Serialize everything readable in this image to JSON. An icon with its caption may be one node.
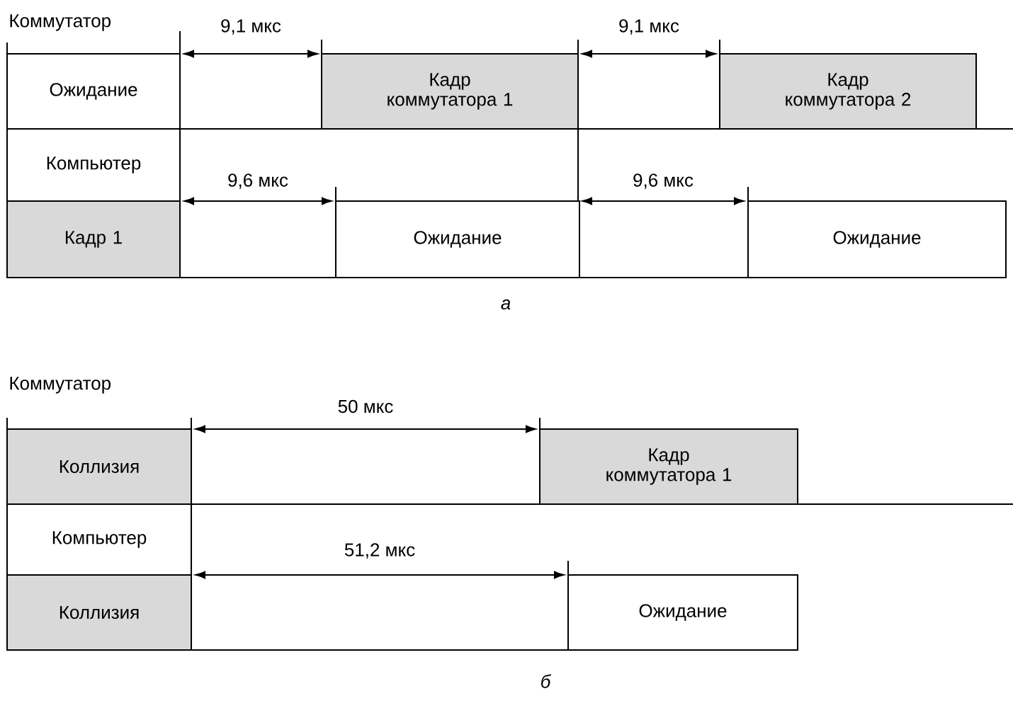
{
  "diagram": {
    "nodes": [
      {
        "text": [
          "Ожидание"
        ]
      },
      {
        "text": [
          "Кадр коммутатора 1"
        ]
      },
      {
        "text": [
          "Кадр коммутатора 2"
        ]
      },
      {
        "text": [
          "Компьютер"
        ]
      },
      {
        "text": [
          "Кадр 1"
        ]
      },
      {
        "text": [
          "Ожидание"
        ]
      },
      {
        "text": [
          "Ожидание"
        ]
      },
      {
        "text": [
          "Коллизия"
        ]
      },
      {
        "text": [
          "Кадр коммутатора 1"
        ]
      },
      {
        "text": [
          "Компьютер"
        ]
      },
      {
        "text": [
          "Коллизия"
        ]
      },
      {
        "text": [
          "Ожидание"
        ]
      }
    ],
    "labels": [
      "Коммутатор",
      "9,1 мкс",
      "9,1 мкс",
      "9,6 мкс",
      "9,6 мкс",
      "а",
      "Коммутатор",
      "50 мкс",
      "51,2 мкс",
      "б"
    ]
  }
}
